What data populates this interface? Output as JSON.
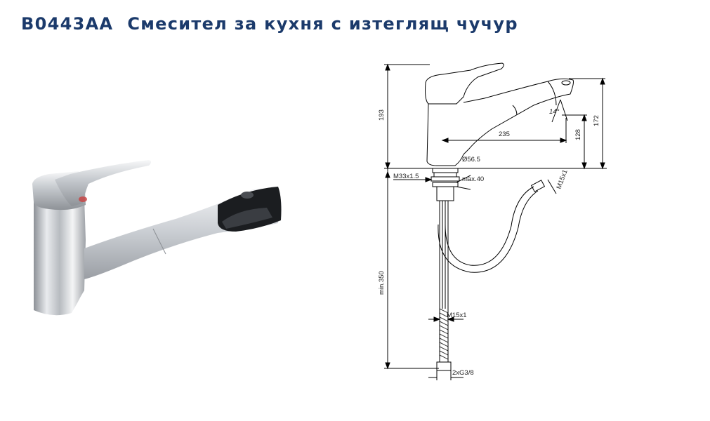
{
  "header": {
    "code": "B0443AA",
    "name": "Смесител за кухня с изтеглящ чучур"
  },
  "drawing": {
    "dimensions": {
      "total_height": "193",
      "spout_height": "172",
      "outlet_height": "128",
      "reach": "235",
      "angle": "14°",
      "base_diameter": "Ø56.5",
      "thread": "M33x1.5",
      "deck_thickness": "max.40",
      "hose_thread_top": "M15x1",
      "hose_thread_bottom": "M15x1",
      "hose_length": "min.350",
      "connections": "2xG3/8"
    }
  }
}
